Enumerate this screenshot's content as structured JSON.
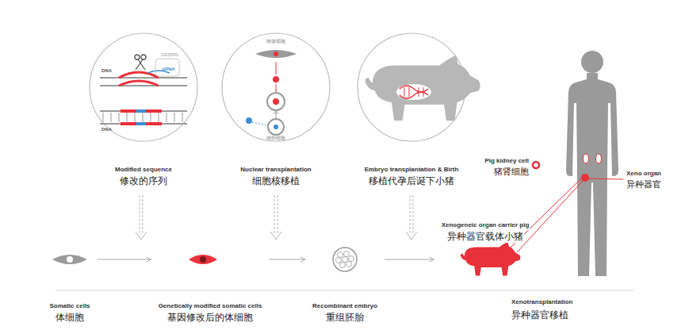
{
  "diagram": {
    "nodes": [
      {
        "text": [
          "Modified sequence",
          "修改的序列"
        ]
      },
      {
        "text": [
          "Nuclear transplantation",
          "细胞核移植"
        ]
      },
      {
        "text": [
          "Embryo transplantation & Birth",
          "移植代孕后诞下小猪"
        ]
      },
      {
        "text": [
          "Somatic cells",
          "体细胞"
        ]
      },
      {
        "text": [
          "Genetically modified somatic cells",
          "基因修改后的体细胞"
        ]
      },
      {
        "text": [
          "Recombinant embryo",
          "重组胚胎"
        ]
      },
      {
        "text": [
          "Xenogeneic organ carrier pig",
          "异种器官载体小猪"
        ]
      }
    ],
    "edges": [
      {
        "from": 3,
        "to": 4,
        "arrow": "to"
      },
      {
        "from": 4,
        "to": 5,
        "arrow": "to"
      },
      {
        "from": 5,
        "to": 6,
        "arrow": "to"
      }
    ],
    "labels": [
      "DNA",
      "CRISPR9",
      "gRNA",
      "DNA",
      "猪体细胞",
      "猪卵细胞",
      "Pig kidney cell",
      "猪肾细胞",
      "Xeno organ",
      "异种器官",
      "Xenotransplantation",
      "异种器官移植"
    ]
  }
}
